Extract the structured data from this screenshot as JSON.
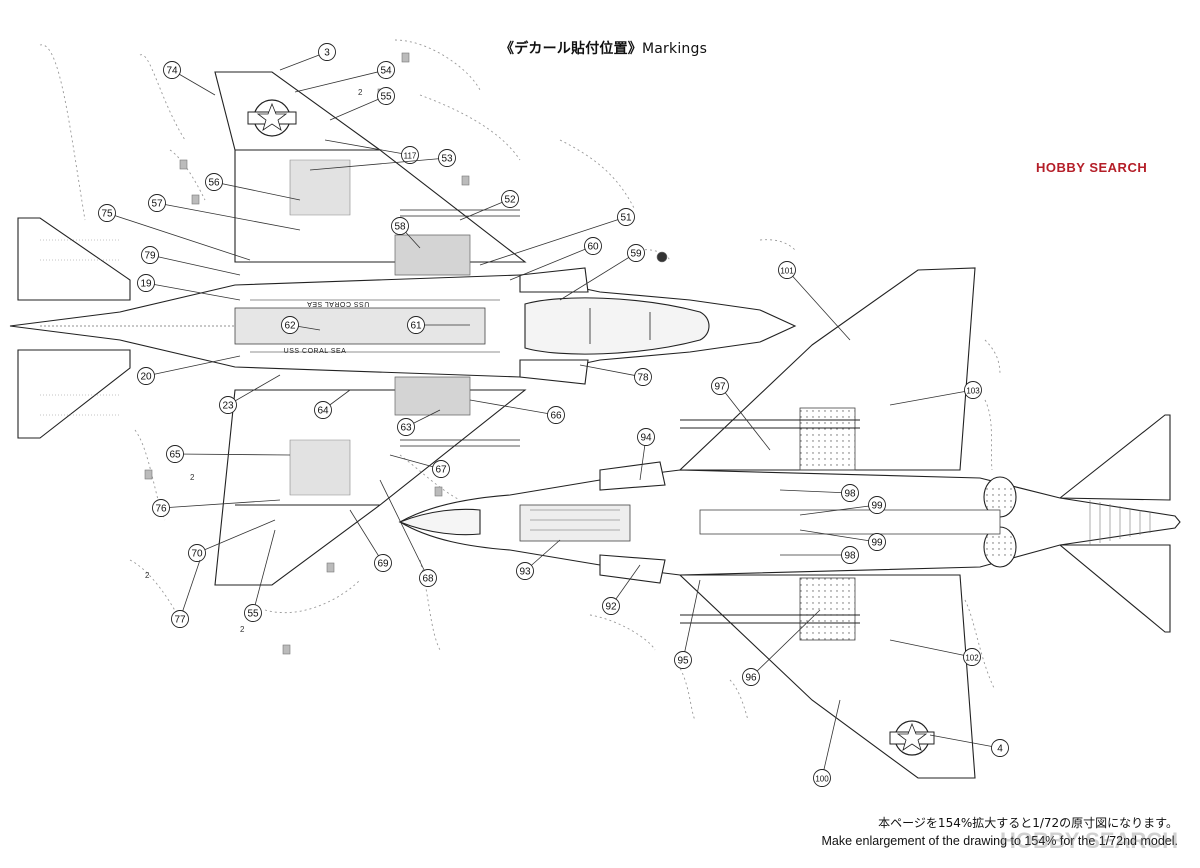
{
  "title": {
    "jp": "《デカール貼付位置》",
    "en": "Markings"
  },
  "notes": {
    "jp": "本ページを154%拡大すると1/72の原寸図になります。",
    "en": "Make enlargement of the drawing to 154% for the 1/72nd model."
  },
  "watermarks": {
    "site": "HOBBY SEARCH",
    "bottom": "HOBBY SEARCH"
  },
  "ship_markings": {
    "top": "USS CORAL SEA",
    "bottom": "USS CORAL SEA"
  },
  "colors": {
    "line": "#222222",
    "dashed": "#999999",
    "gray_fill": "#cfcfcf",
    "watermark": "#b41e28"
  },
  "callouts_top_view": [
    "3",
    "74",
    "54",
    "55",
    "117",
    "53",
    "56",
    "57",
    "75",
    "52",
    "51",
    "58",
    "60",
    "59",
    "79",
    "19",
    "61",
    "62",
    "20",
    "78",
    "23",
    "64",
    "66",
    "63",
    "65",
    "67",
    "76",
    "70",
    "69",
    "68",
    "55",
    "77"
  ],
  "callouts_bottom_view": [
    "101",
    "97",
    "103",
    "94",
    "98",
    "99",
    "99",
    "98",
    "93",
    "92",
    "95",
    "96",
    "102",
    "4",
    "100"
  ],
  "small_marks": [
    "2",
    "2",
    "2",
    "2"
  ]
}
